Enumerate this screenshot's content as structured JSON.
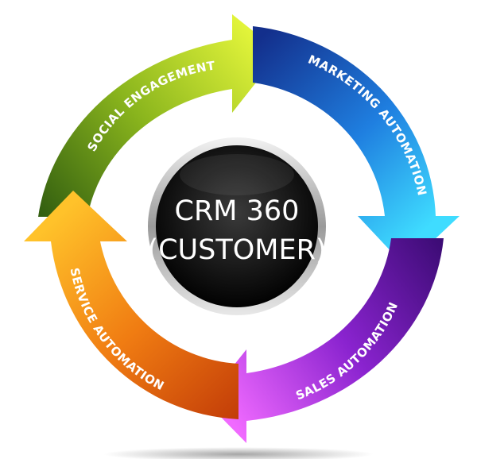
{
  "center": {
    "line1": "CRM 360",
    "line2": "(CUSTOMER)"
  },
  "segments": [
    {
      "key": "social",
      "label": "SOCIAL ENGAGEMENT",
      "color_light": "#d7ef2e",
      "color_dark": "#3d6e12"
    },
    {
      "key": "marketing",
      "label": "MARKETING AUTOMATION",
      "color_light": "#3fd0ff",
      "color_dark": "#163a9a"
    },
    {
      "key": "sales",
      "label": "SALES AUTOMATION",
      "color_light": "#e35cff",
      "color_dark": "#4a0f8a"
    },
    {
      "key": "service",
      "label": "SERVICE AUTOMATION",
      "color_light": "#ffb21e",
      "color_dark": "#c84b0a"
    }
  ]
}
